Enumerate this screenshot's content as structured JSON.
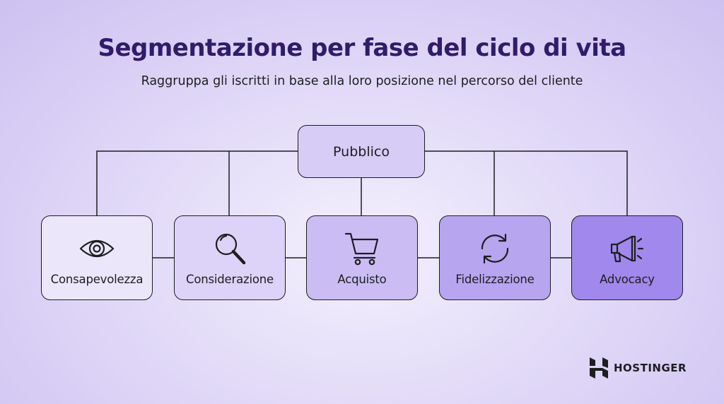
{
  "title": "Segmentazione per fase del ciclo di vita",
  "subtitle": "Raggruppa gli iscritti in base alla loro posizione nel percorso del cliente",
  "root": {
    "label": "Pubblico"
  },
  "stages": [
    {
      "label": "Consapevolezza",
      "icon": "eye-icon",
      "color": "#ebe6fa"
    },
    {
      "label": "Considerazione",
      "icon": "magnifier-icon",
      "color": "#ddd3f8"
    },
    {
      "label": "Acquisto",
      "icon": "shopping-cart-icon",
      "color": "#cbbdf4"
    },
    {
      "label": "Fidelizzazione",
      "icon": "refresh-icon",
      "color": "#b7a5f0"
    },
    {
      "label": "Advocacy",
      "icon": "megaphone-icon",
      "color": "#a088ec"
    }
  ],
  "brand": {
    "name": "HOSTINGER",
    "text_color": "#1d1e20",
    "title_color": "#2f1c6a"
  }
}
